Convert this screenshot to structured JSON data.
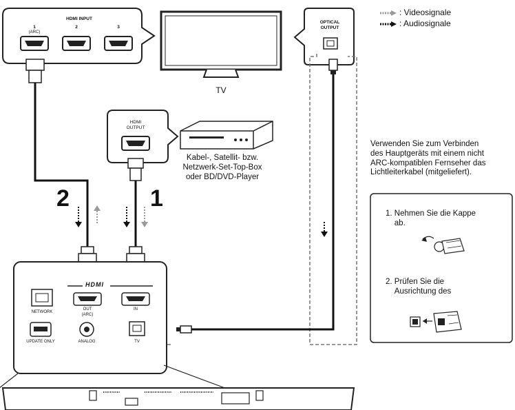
{
  "legend": {
    "video": ": Videosignale",
    "audio": ": Audiosignale"
  },
  "tv": {
    "hdmi_input_title": "HDMI INPUT",
    "ports": [
      {
        "number": "1",
        "sub": "(ARC)"
      },
      {
        "number": "2",
        "sub": ""
      },
      {
        "number": "3",
        "sub": ""
      }
    ],
    "label": "TV",
    "optical_output": "OPTICAL\nOUTPUT"
  },
  "source_device": {
    "hdmi_output": "HDMI\nOUTPUT",
    "description": "Kabel-, Satellit- bzw.\nNetzwerk-Set-Top-Box\noder BD/DVD-Player"
  },
  "cable_numbers": {
    "left": "2",
    "right": "1"
  },
  "rear_panel": {
    "brand": "HDMI",
    "network": "NETWORK",
    "update_only": "UPDATE ONLY",
    "out_arc": "OUT\n(ARC)",
    "analog": "ANALOG",
    "in": "IN",
    "tv": "TV"
  },
  "note": {
    "text": "Verwenden Sie zum Verbinden\ndes Hauptgeräts mit einem nicht\nARC-kompatiblen Fernseher das\nLichtleiterkabel (mitgeliefert).",
    "step1": "1. Nehmen Sie die Kappe\n    ab.",
    "step2": "2. Prüfen Sie die\n    Ausrichtung des"
  },
  "colors": {
    "audio": "#111111",
    "video": "#9a9a9a",
    "outline": "#222222"
  }
}
